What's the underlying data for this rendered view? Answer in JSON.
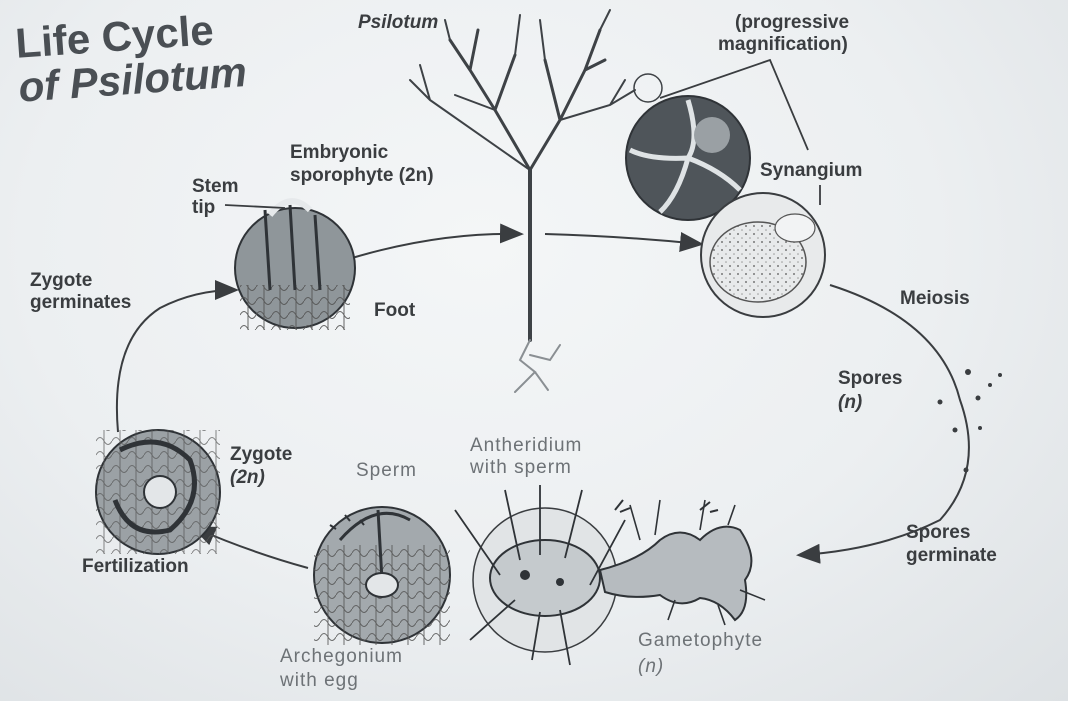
{
  "title": {
    "line1": "Life Cycle",
    "line2": "of Psilotum"
  },
  "labels": {
    "psilotum": "Psilotum",
    "progressive": "(progressive",
    "magnification": "magnification)",
    "synangium": "Synangium",
    "embryonic": "Embryonic",
    "sporophyte": "sporophyte (2n)",
    "stem": "Stem",
    "tip": "tip",
    "zygote_germinates_1": "Zygote",
    "zygote_germinates_2": "germinates",
    "foot": "Foot",
    "meiosis": "Meiosis",
    "spores": "Spores",
    "spores_n": "(n)",
    "zygote": "Zygote",
    "zygote_2n": "(2n)",
    "sperm": "Sperm",
    "antheridium_1": "Antheridium",
    "antheridium_2": "with sperm",
    "fertilization": "Fertilization",
    "spores_germinate_1": "Spores",
    "spores_germinate_2": "germinate",
    "archegonium_1": "Archegonium",
    "archegonium_2": "with egg",
    "gametophyte": "Gametophyte",
    "gametophyte_n": "(n)"
  },
  "colors": {
    "ink": "#3a3d40",
    "light_ink": "#6d7276",
    "background": "#eceff1"
  }
}
